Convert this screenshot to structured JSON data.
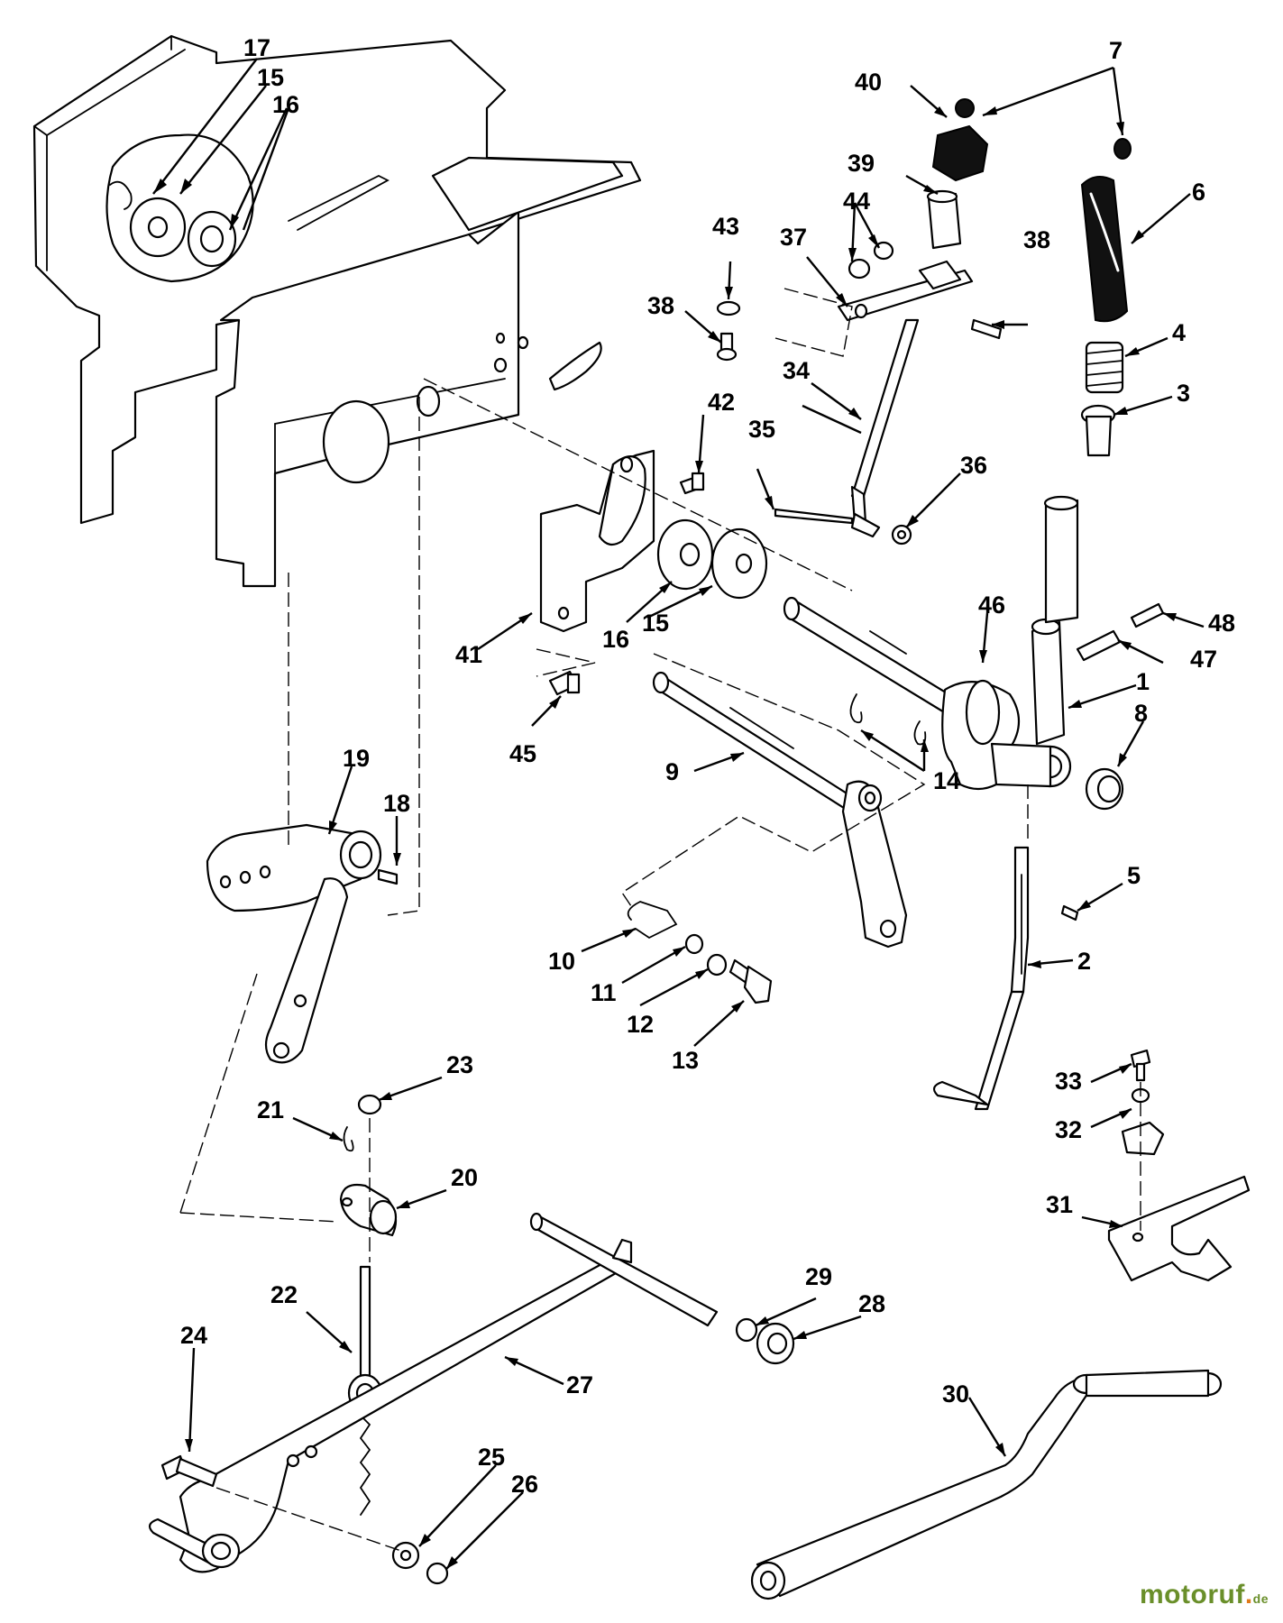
{
  "diagram": {
    "callouts": [
      {
        "id": "1",
        "label": "1"
      },
      {
        "id": "2",
        "label": "2"
      },
      {
        "id": "3",
        "label": "3"
      },
      {
        "id": "4",
        "label": "4"
      },
      {
        "id": "5",
        "label": "5"
      },
      {
        "id": "6",
        "label": "6"
      },
      {
        "id": "7",
        "label": "7"
      },
      {
        "id": "8",
        "label": "8"
      },
      {
        "id": "9",
        "label": "9"
      },
      {
        "id": "10",
        "label": "10"
      },
      {
        "id": "11",
        "label": "11"
      },
      {
        "id": "12",
        "label": "12"
      },
      {
        "id": "13",
        "label": "13"
      },
      {
        "id": "14",
        "label": "14"
      },
      {
        "id": "15a",
        "label": "15"
      },
      {
        "id": "15b",
        "label": "15"
      },
      {
        "id": "16a",
        "label": "16"
      },
      {
        "id": "16b",
        "label": "16"
      },
      {
        "id": "17",
        "label": "17"
      },
      {
        "id": "18",
        "label": "18"
      },
      {
        "id": "19",
        "label": "19"
      },
      {
        "id": "20",
        "label": "20"
      },
      {
        "id": "21",
        "label": "21"
      },
      {
        "id": "22",
        "label": "22"
      },
      {
        "id": "23",
        "label": "23"
      },
      {
        "id": "24",
        "label": "24"
      },
      {
        "id": "25",
        "label": "25"
      },
      {
        "id": "26",
        "label": "26"
      },
      {
        "id": "27",
        "label": "27"
      },
      {
        "id": "28",
        "label": "28"
      },
      {
        "id": "29",
        "label": "29"
      },
      {
        "id": "30",
        "label": "30"
      },
      {
        "id": "31",
        "label": "31"
      },
      {
        "id": "32",
        "label": "32"
      },
      {
        "id": "33",
        "label": "33"
      },
      {
        "id": "34",
        "label": "34"
      },
      {
        "id": "35",
        "label": "35"
      },
      {
        "id": "36",
        "label": "36"
      },
      {
        "id": "37",
        "label": "37"
      },
      {
        "id": "38a",
        "label": "38"
      },
      {
        "id": "38b",
        "label": "38"
      },
      {
        "id": "39",
        "label": "39"
      },
      {
        "id": "40",
        "label": "40"
      },
      {
        "id": "41",
        "label": "41"
      },
      {
        "id": "42",
        "label": "42"
      },
      {
        "id": "43",
        "label": "43"
      },
      {
        "id": "44",
        "label": "44"
      },
      {
        "id": "45",
        "label": "45"
      },
      {
        "id": "46",
        "label": "46"
      },
      {
        "id": "47",
        "label": "47"
      },
      {
        "id": "48",
        "label": "48"
      }
    ]
  },
  "watermark": {
    "brand": "motoruf",
    "dot": ".",
    "suffix": "de"
  }
}
